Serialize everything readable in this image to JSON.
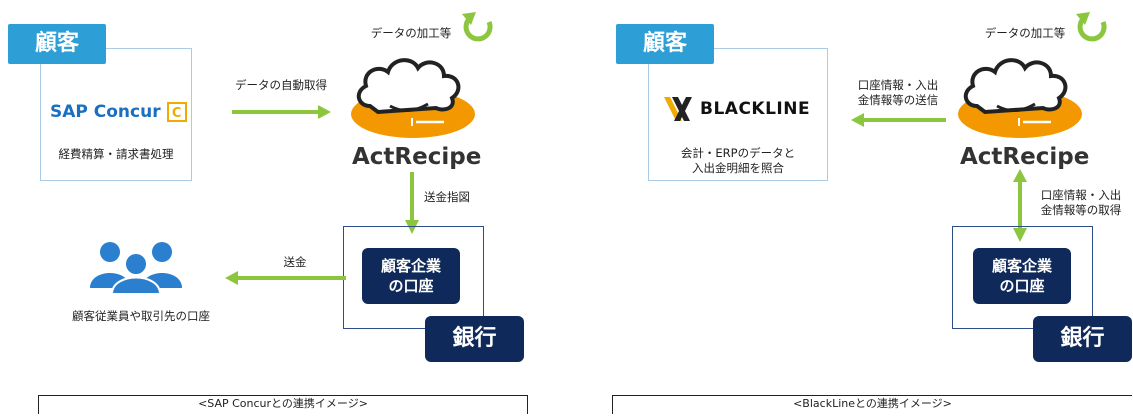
{
  "left": {
    "customer_tag": "顧客",
    "sap_logo": "SAP Concur",
    "sap_logo_mark": "C",
    "sap_desc": "経費精算・請求書処理",
    "process_label": "データの加工等",
    "fetch_label": "データの自動取得",
    "brand": "ActRecipe",
    "transfer_instruction": "送金指図",
    "remit_label": "送金",
    "account_line1": "顧客企業",
    "account_line2": "の口座",
    "bank": "銀行",
    "people_label": "顧客従業員や取引先の口座",
    "caption": "<SAP Concurとの連携イメージ>"
  },
  "right": {
    "customer_tag": "顧客",
    "blackline_logo": "BLACKLINE",
    "blackline_desc_line1": "会計・ERPのデータと",
    "blackline_desc_line2": "入出金明細を照合",
    "process_label": "データの加工等",
    "send_line1": "口座情報・入出",
    "send_line2": "金情報等の送信",
    "brand": "ActRecipe",
    "get_line1": "口座情報・入出",
    "get_line2": "金情報等の取得",
    "account_line1": "顧客企業",
    "account_line2": "の口座",
    "bank": "銀行",
    "caption": "<BlackLineとの連携イメージ>"
  },
  "colors": {
    "tag_blue": "#2e9fd6",
    "navy": "#0f2a5a",
    "arrow_green": "#8cc63f",
    "actrecipe_orange": "#f39800",
    "sap_blue": "#1a6fc0",
    "sap_gold": "#f0ab00",
    "people_blue": "#2a7fcf"
  }
}
